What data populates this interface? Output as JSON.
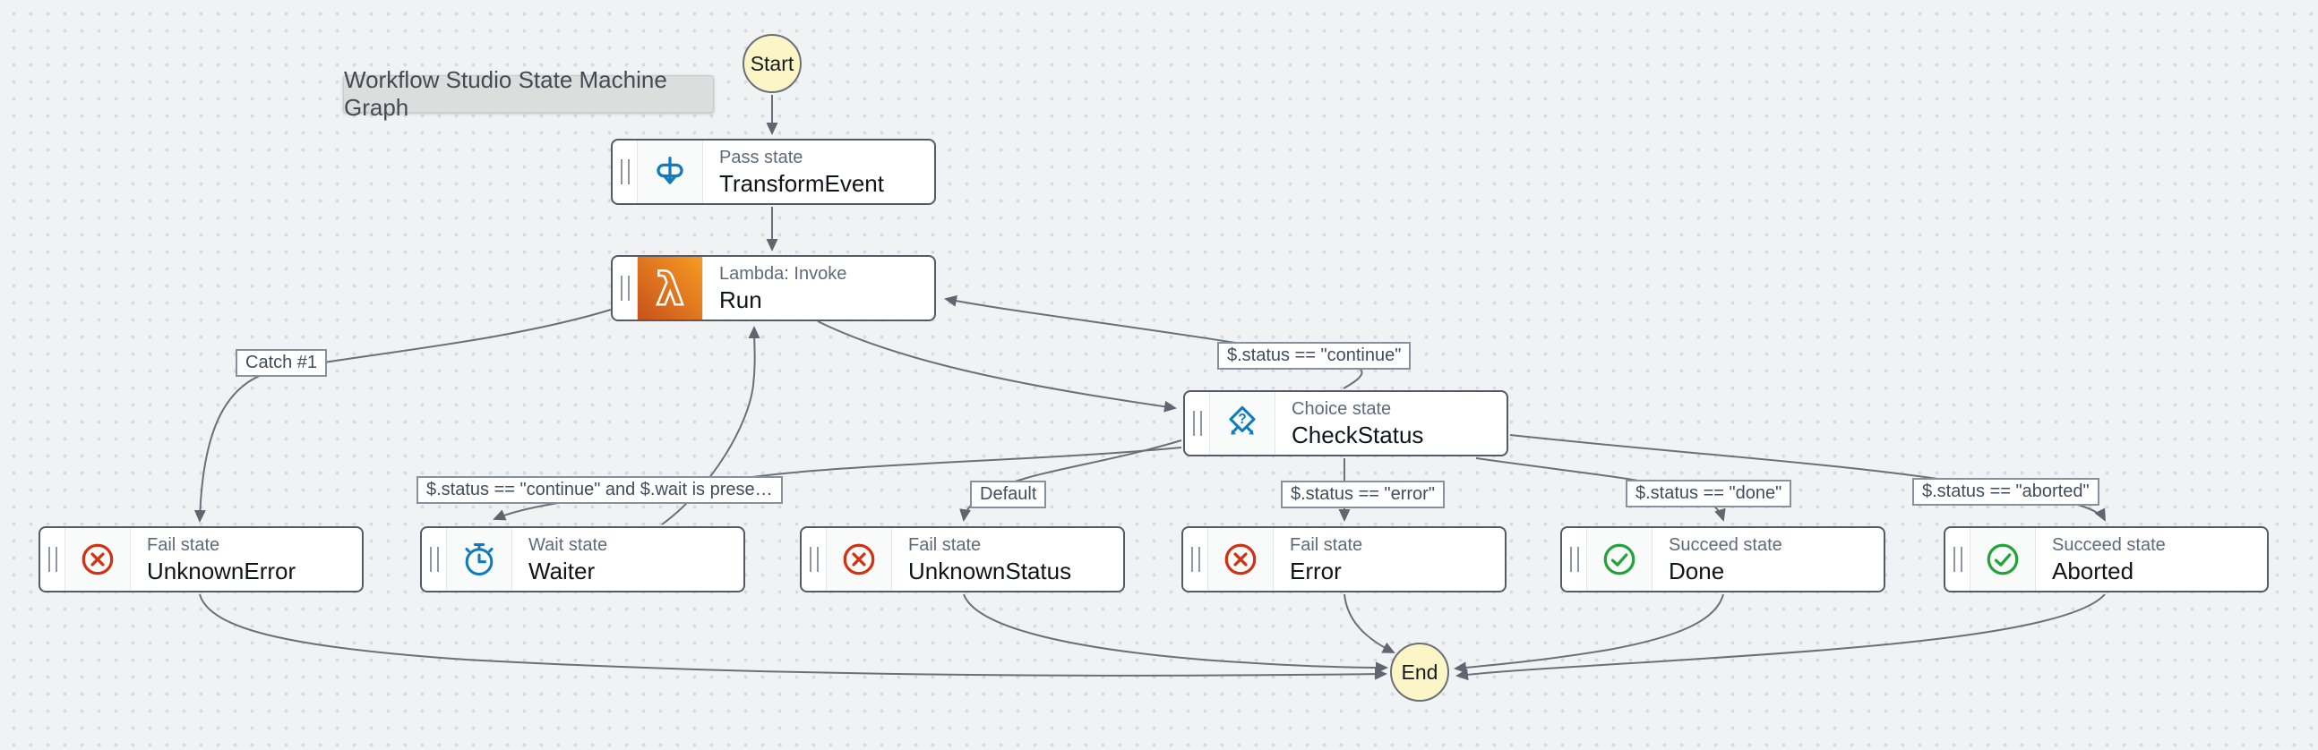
{
  "tooltip": {
    "text": "Workflow Studio State Machine Graph"
  },
  "terminals": {
    "start": {
      "label": "Start"
    },
    "end": {
      "label": "End"
    }
  },
  "states": [
    {
      "id": "transform-event",
      "type_label": "Pass state",
      "name": "TransformEvent",
      "icon": "pass-icon",
      "accent": "#0f7cbd"
    },
    {
      "id": "run",
      "type_label": "Lambda: Invoke",
      "name": "Run",
      "icon": "lambda-icon",
      "accent": "#e17b20"
    },
    {
      "id": "check-status",
      "type_label": "Choice state",
      "name": "CheckStatus",
      "icon": "choice-icon",
      "accent": "#0f7cbd"
    },
    {
      "id": "unknown-error",
      "type_label": "Fail state",
      "name": "UnknownError",
      "icon": "fail-icon",
      "accent": "#d13212"
    },
    {
      "id": "waiter",
      "type_label": "Wait state",
      "name": "Waiter",
      "icon": "wait-icon",
      "accent": "#0f7cbd"
    },
    {
      "id": "unknown-status",
      "type_label": "Fail state",
      "name": "UnknownStatus",
      "icon": "fail-icon",
      "accent": "#d13212"
    },
    {
      "id": "error",
      "type_label": "Fail state",
      "name": "Error",
      "icon": "fail-icon",
      "accent": "#d13212"
    },
    {
      "id": "done",
      "type_label": "Succeed state",
      "name": "Done",
      "icon": "succeed-icon",
      "accent": "#23a33b"
    },
    {
      "id": "aborted",
      "type_label": "Succeed state",
      "name": "Aborted",
      "icon": "succeed-icon",
      "accent": "#23a33b"
    }
  ],
  "edge_labels": [
    {
      "id": "catch-1",
      "text": "Catch #1"
    },
    {
      "id": "status-continue",
      "text": "$.status == \"continue\""
    },
    {
      "id": "continue-and-wait",
      "text": "$.status == \"continue\" and $.wait is prese…"
    },
    {
      "id": "default",
      "text": "Default"
    },
    {
      "id": "status-error",
      "text": "$.status == \"error\""
    },
    {
      "id": "status-done",
      "text": "$.status == \"done\""
    },
    {
      "id": "status-aborted",
      "text": "$.status == \"aborted\""
    }
  ],
  "colors": {
    "canvas_background": "#f1f2f3",
    "canvas_dots": "#d6d9dd",
    "edge": "#697077",
    "node_border": "#545b64",
    "terminal_fill": "#fcf6c7",
    "lambda_gradient_start": "#c8511b",
    "lambda_gradient_end": "#f79c22",
    "fail_red": "#d13212",
    "succeed_green": "#23a33b",
    "action_blue": "#0f7cbd"
  }
}
